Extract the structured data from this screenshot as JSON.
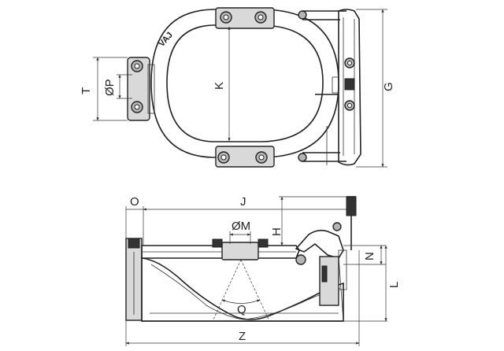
{
  "brand_text": "VAJ",
  "top_view": {
    "dimensions": {
      "t": "T",
      "p": "ØP",
      "k": "K",
      "g": "G"
    }
  },
  "side_view": {
    "dimensions": {
      "o": "O",
      "j": "J",
      "m": "ØM",
      "h": "H",
      "n": "N",
      "l": "L",
      "q": "Q",
      "z": "Z"
    }
  }
}
